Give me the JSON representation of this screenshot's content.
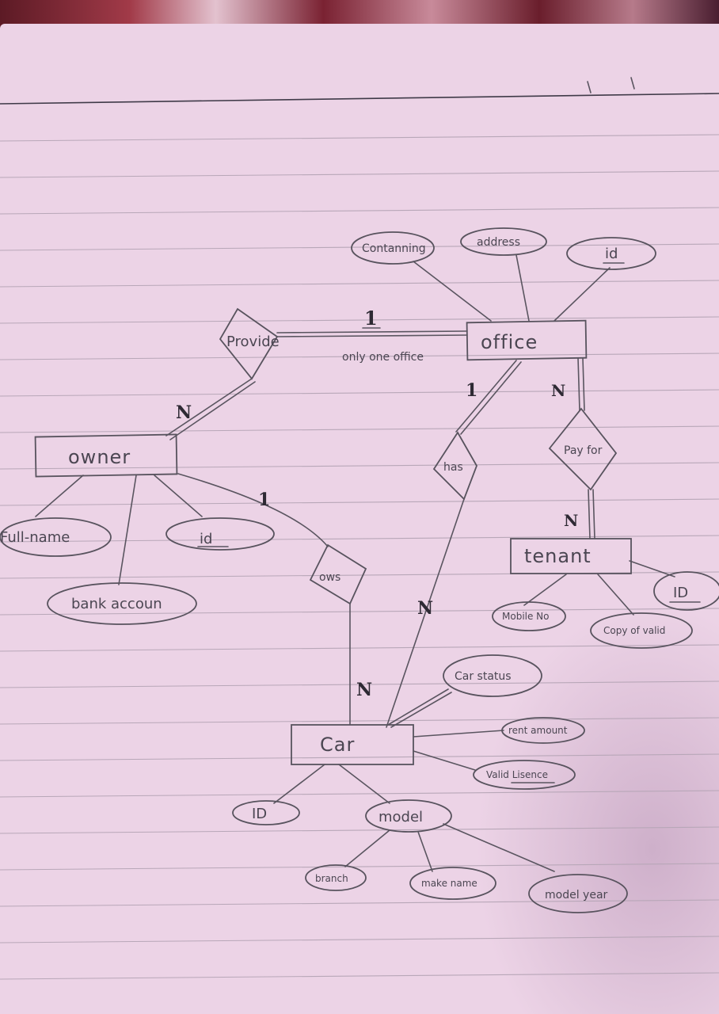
{
  "entities": {
    "office": "office",
    "owner": "owner",
    "tenant": "tenant",
    "car": "Car"
  },
  "relationships": {
    "provide": "Provide",
    "has": "has",
    "pay_for": "Pay for",
    "ows": "ows"
  },
  "attributes": {
    "office_contanning": "Contanning",
    "office_address": "address",
    "office_id": "id",
    "owner_full_name": "Full-name",
    "owner_id": "id",
    "owner_bank_account": "bank accoun",
    "tenant_id": "ID",
    "tenant_mobile": "Mobile No",
    "tenant_copy": "Copy of valid",
    "car_status": "Car status",
    "car_rent_amount": "rent amount",
    "car_valid_licence": "Valid Lisence",
    "car_id": "ID",
    "car_model": "model",
    "model_branch": "branch",
    "model_make_name": "make name",
    "model_year": "model year"
  },
  "cardinalities": {
    "provide_office": "1",
    "provide_owner": "N",
    "office_has": "1",
    "has_car": "N",
    "office_payfor": "N",
    "payfor_tenant": "N",
    "owner_ows": "1",
    "ows_car": "N"
  },
  "notes": {
    "only_one_office": "only one office"
  }
}
